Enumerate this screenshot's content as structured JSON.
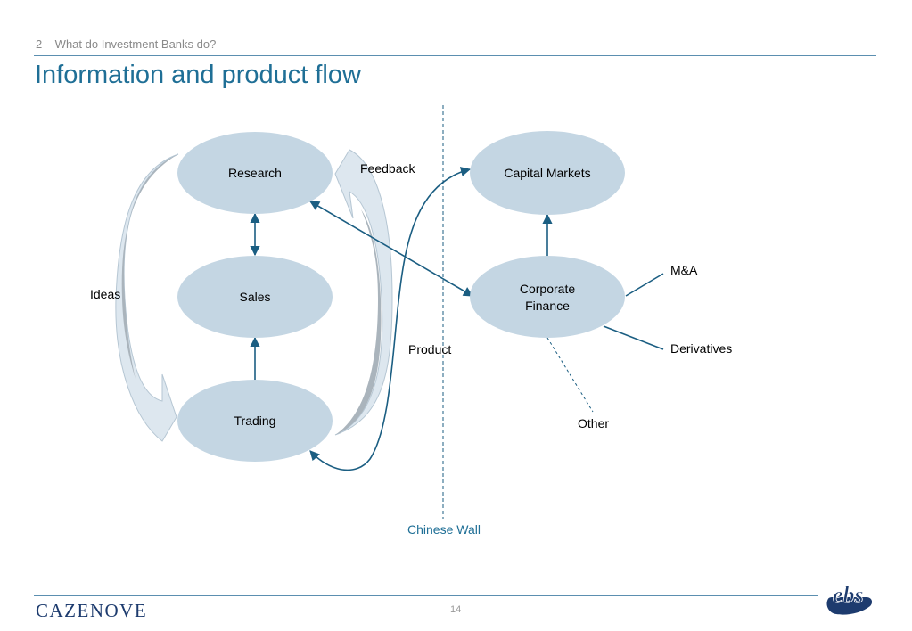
{
  "header": {
    "section_label": "2 – What do Investment Banks do?",
    "title": "Information and product flow"
  },
  "diagram": {
    "nodes": {
      "research": "Research",
      "sales": "Sales",
      "trading": "Trading",
      "capital_markets": "Capital Markets",
      "corporate_finance_line1": "Corporate",
      "corporate_finance_line2": "Finance"
    },
    "labels": {
      "ideas": "Ideas",
      "feedback": "Feedback",
      "product": "Product",
      "ma": "M&A",
      "derivatives": "Derivatives",
      "other": "Other",
      "chinese_wall": "Chinese Wall"
    },
    "colors": {
      "node_fill": "#c4d6e3",
      "arrow": "#1b5e82",
      "big_arrow_light": "#dde7ef",
      "big_arrow_dark": "#aab4bc"
    }
  },
  "footer": {
    "brand": "CAZENOVE",
    "page_number": "14",
    "logo_text": "ebs"
  }
}
